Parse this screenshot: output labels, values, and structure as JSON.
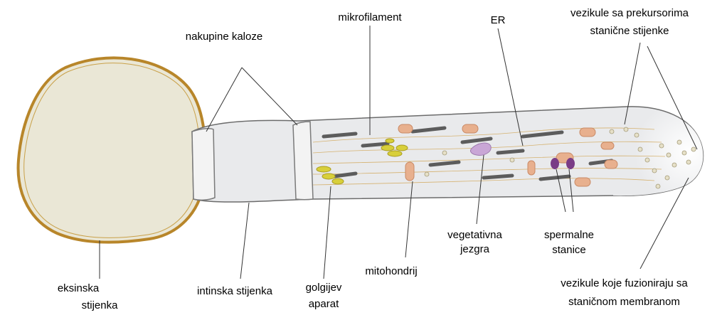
{
  "diagram": {
    "labels": {
      "mikrofilament": "mikrofilament",
      "er": "ER",
      "vezikule_prekursori_1": "vezikule sa prekursorima",
      "vezikule_prekursori_2": "stanične stijenke",
      "nakupine_kaloze": "nakupine kaloze",
      "vegetativna_1": "vegetativna",
      "vegetativna_2": "jezgra",
      "spermalne_1": "spermalne",
      "spermalne_2": "stanice",
      "mitohondrij": "mitohondrij",
      "eksinska_1": "eksinska",
      "eksinska_2": "stijenka",
      "intinska": "intinska stijenka",
      "golgijev_1": "golgijev",
      "golgijev_2": "aparat",
      "fuzioniraju_1": "vezikule koje fuzioniraju sa",
      "fuzioniraju_2": "staničnom membranom"
    },
    "colors": {
      "grain_fill": "#eae7d6",
      "exine_border": "#b8862a",
      "tube_fill": "#e9eaec",
      "tube_outline": "#6b6b6b",
      "mitochondria": "#e8b08e",
      "golgi": "#d8cf3a",
      "er": "#5c5c5c",
      "vegetative_nucleus": "#c9a6d6",
      "sperm_cells": "#7a3c86",
      "vesicles": "#e6e0c8"
    }
  }
}
